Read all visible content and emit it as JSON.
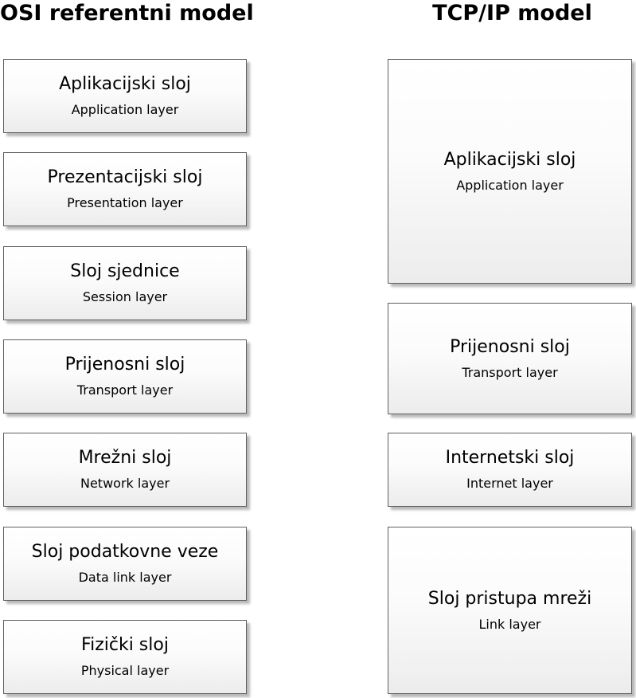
{
  "osi": {
    "title": "OSI referentni model",
    "layers": [
      {
        "name": "Aplikacijski sloj",
        "english": "Application layer"
      },
      {
        "name": "Prezentacijski sloj",
        "english": "Presentation layer"
      },
      {
        "name": "Sloj sjednice",
        "english": "Session layer"
      },
      {
        "name": "Prijenosni sloj",
        "english": "Transport layer"
      },
      {
        "name": "Mrežni sloj",
        "english": "Network layer"
      },
      {
        "name": "Sloj podatkovne veze",
        "english": "Data link layer"
      },
      {
        "name": "Fizički sloj",
        "english": "Physical layer"
      }
    ]
  },
  "tcpip": {
    "title": "TCP/IP model",
    "layers": [
      {
        "name": "Aplikacijski sloj",
        "english": "Application layer"
      },
      {
        "name": "Prijenosni sloj",
        "english": "Transport layer"
      },
      {
        "name": "Internetski sloj",
        "english": "Internet layer"
      },
      {
        "name": "Sloj pristupa mreži",
        "english": "Link layer"
      }
    ]
  }
}
